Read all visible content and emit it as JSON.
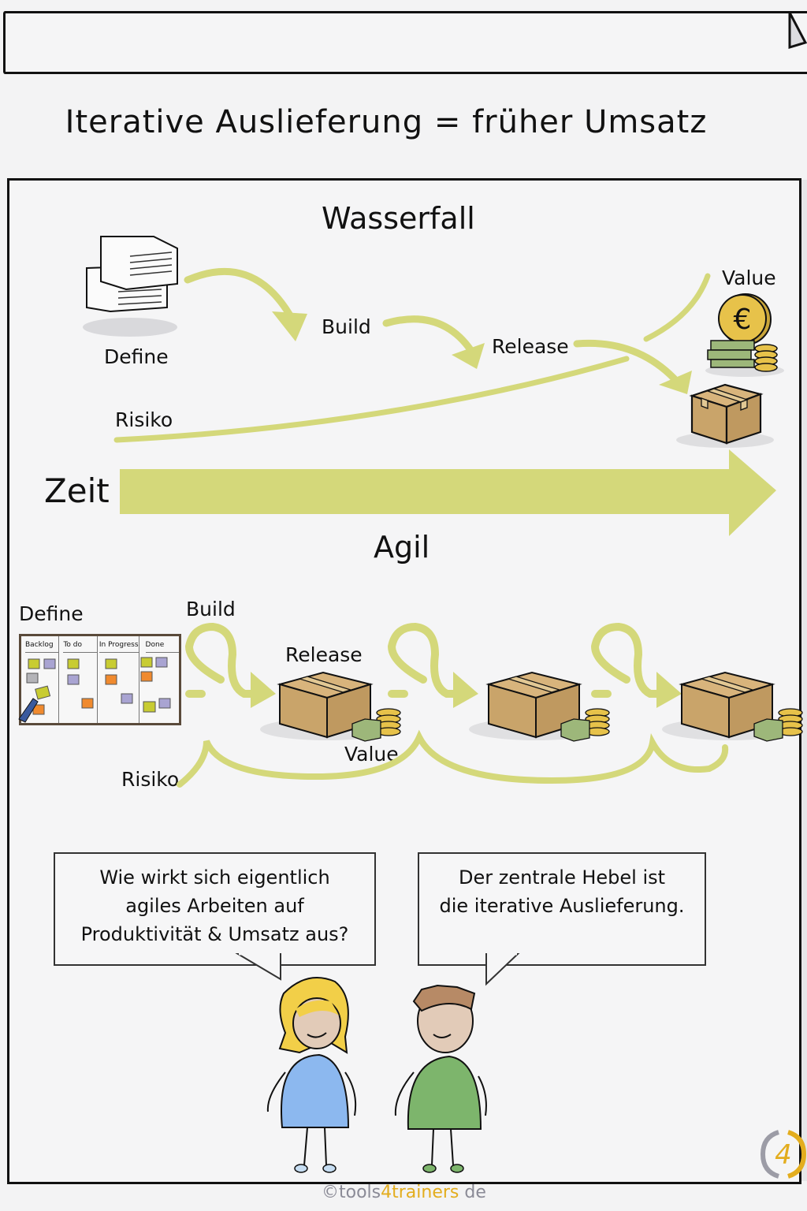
{
  "title": "Iterative Auslieferung = früher Umsatz",
  "colors": {
    "arrow": "#d4d87a",
    "box": "#c9a46a",
    "coin": "#e7c24a",
    "money": "#9db77a",
    "hair_girl": "#f2cf48",
    "shirt_girl": "#8cb8ef",
    "hair_boy": "#b78a66",
    "shirt_boy": "#7db56c",
    "brand_accent": "#e3ad1e",
    "brand_gray": "#8a8a96"
  },
  "waterfall": {
    "heading": "Wasserfall",
    "define_label": "Define",
    "build_label": "Build",
    "release_label": "Release",
    "value_label": "Value",
    "risk_label": "Risiko",
    "icons": [
      "document-stack-icon",
      "euro-coin-icon",
      "money-stack-icon",
      "package-box-icon"
    ]
  },
  "timeline": {
    "label": "Zeit"
  },
  "agile": {
    "heading": "Agil",
    "define_label": "Define",
    "build_label": "Build",
    "release_label": "Release",
    "value_label": "Value",
    "risk_label": "Risiko",
    "kanban": {
      "columns": [
        "Backlog",
        "To do",
        "In Progress",
        "Done"
      ]
    },
    "increments": 3
  },
  "dialogue": {
    "question": [
      "Wie wirkt sich eigentlich",
      "agiles Arbeiten auf",
      "Produktivität & Umsatz aus?"
    ],
    "answer": [
      "Der zentrale Hebel ist",
      "die iterative Auslieferung."
    ]
  },
  "footer": {
    "copyright_symbol": "©",
    "brand_prefix": "tools",
    "brand_accent": "4trainers",
    "brand_suffix": " de",
    "logo_glyph": "4"
  }
}
